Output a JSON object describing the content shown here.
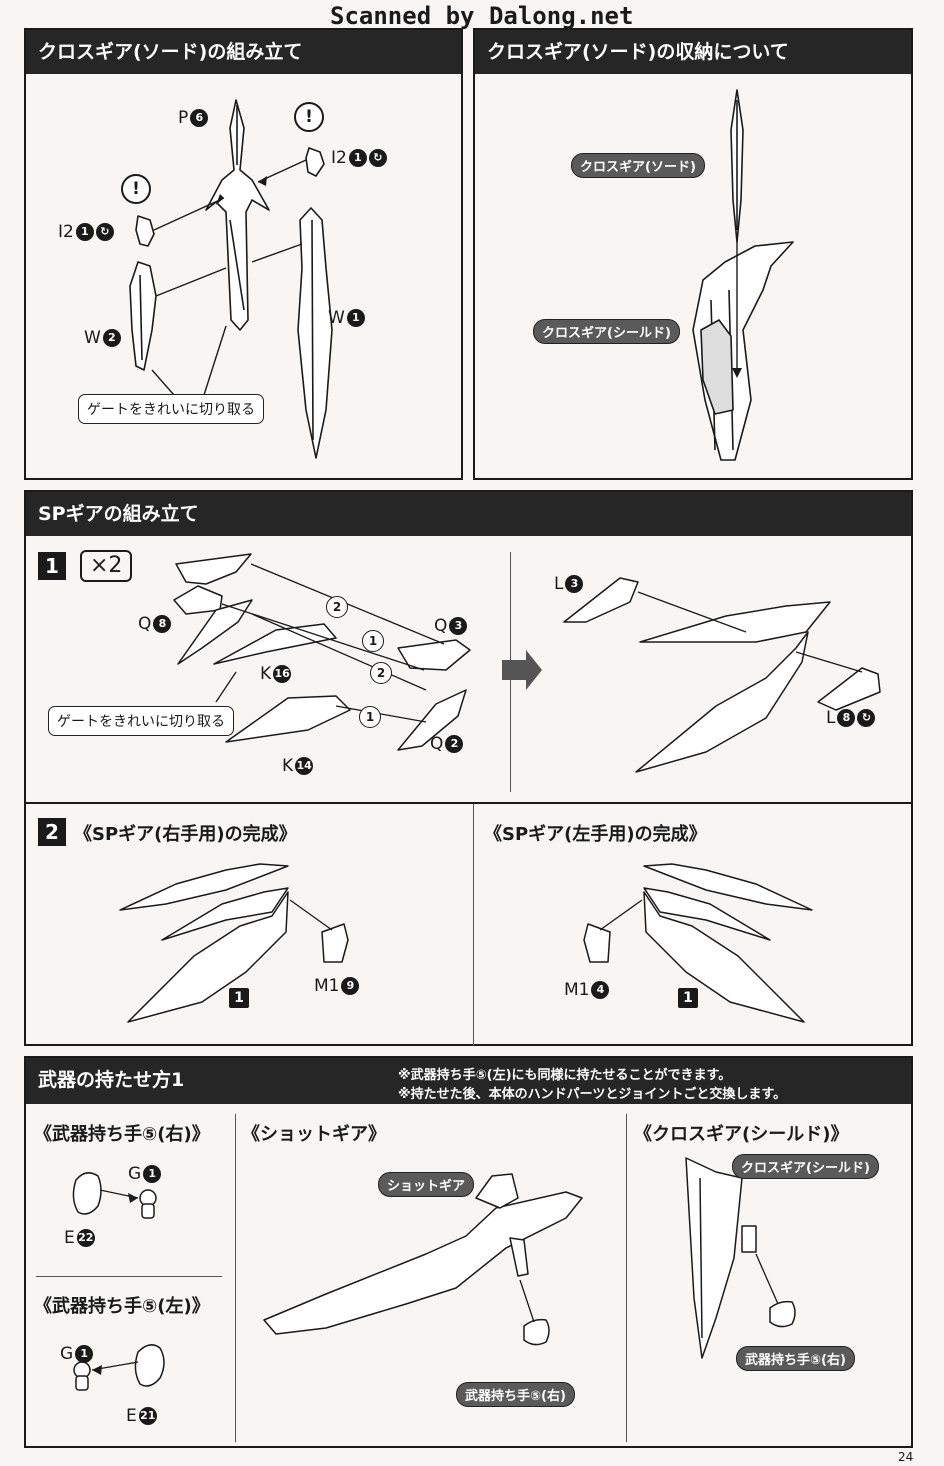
{
  "watermark": "Scanned by Dalong.net",
  "page_number": "24",
  "sections": {
    "sword_assembly": {
      "title": "クロスギア(ソード)の組み立て",
      "parts": {
        "p6": {
          "letter": "P",
          "num": "6"
        },
        "i2a": {
          "letter": "I2",
          "num": "1"
        },
        "i2b": {
          "letter": "I2",
          "num": "1"
        },
        "w1": {
          "letter": "W",
          "num": "1"
        },
        "w2": {
          "letter": "W",
          "num": "2"
        }
      },
      "caution_mark": "!",
      "gate_note": "ゲートをきれいに切り取る"
    },
    "sword_storage": {
      "title": "クロスギア(ソード)の収納について",
      "label_sword": "クロスギア(ソード)",
      "label_shield": "クロスギア(シールド)"
    },
    "sp_gear": {
      "title": "SPギアの組み立て",
      "step1": {
        "step": "1",
        "multiplier": "×2",
        "parts": {
          "q8": {
            "letter": "Q",
            "num": "8"
          },
          "q3": {
            "letter": "Q",
            "num": "3"
          },
          "k16": {
            "letter": "K",
            "num": "16"
          },
          "k14": {
            "letter": "K",
            "num": "14"
          },
          "q2": {
            "letter": "Q",
            "num": "2"
          },
          "l3": {
            "letter": "L",
            "num": "3"
          },
          "l8": {
            "letter": "L",
            "num": "8"
          }
        },
        "order": [
          "2",
          "1",
          "2",
          "1"
        ],
        "gate_note": "ゲートをきれいに切り取る"
      },
      "step2": {
        "step": "2",
        "right_title": "《SPギア(右手用)の完成》",
        "left_title": "《SPギア(左手用)の完成》",
        "right_part": {
          "letter": "M1",
          "num": "9"
        },
        "left_part": {
          "letter": "M1",
          "num": "4"
        },
        "ref": "1"
      }
    },
    "weapon_hold": {
      "title": "武器の持たせ方1",
      "notes": [
        "※武器持ち手⑤(左)にも同様に持たせることができます。",
        "※持たせた後、本体のハンドパーツとジョイントごと交換します。"
      ],
      "right_hand": {
        "title": "《武器持ち手⑤(右)》",
        "g": {
          "letter": "G",
          "num": "1"
        },
        "e": {
          "letter": "E",
          "num": "22"
        }
      },
      "left_hand": {
        "title": "《武器持ち手⑤(左)》",
        "g": {
          "letter": "G",
          "num": "1"
        },
        "e": {
          "letter": "E",
          "num": "21"
        }
      },
      "shot_gear": {
        "title": "《ショットギア》",
        "label": "ショットギア",
        "hand_label": "武器持ち手⑤(右)"
      },
      "cross_shield": {
        "title": "《クロスギア(シールド)》",
        "label": "クロスギア(シールド)",
        "hand_label": "武器持ち手⑤(右)"
      }
    }
  }
}
